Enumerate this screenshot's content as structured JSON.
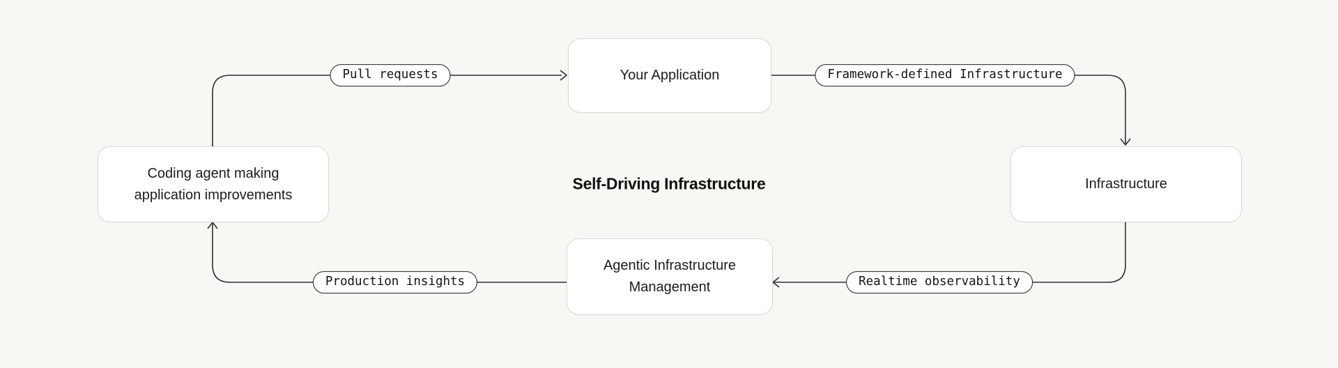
{
  "title": "Self-Driving Infrastructure",
  "nodes": {
    "coding_agent": {
      "label": "Coding agent making application improvements"
    },
    "your_application": {
      "label": "Your Application"
    },
    "infrastructure": {
      "label": "Infrastructure"
    },
    "agentic_management": {
      "label": "Agentic Infrastructure Management"
    }
  },
  "edges": {
    "pull_requests": {
      "label": "Pull requests",
      "from": "coding_agent",
      "to": "your_application"
    },
    "framework_defined_infrastructure": {
      "label": "Framework-defined Infrastructure",
      "from": "your_application",
      "to": "infrastructure"
    },
    "realtime_observability": {
      "label": "Realtime observability",
      "from": "infrastructure",
      "to": "agentic_management"
    },
    "production_insights": {
      "label": "Production insights",
      "from": "agentic_management",
      "to": "coding_agent"
    }
  },
  "colors": {
    "background": "#f7f7f4",
    "node_fill": "#ffffff",
    "node_border": "#d8d8d6",
    "edge_stroke": "#2e2e2e",
    "pill_border": "#222222",
    "text": "#1c1c1c"
  }
}
